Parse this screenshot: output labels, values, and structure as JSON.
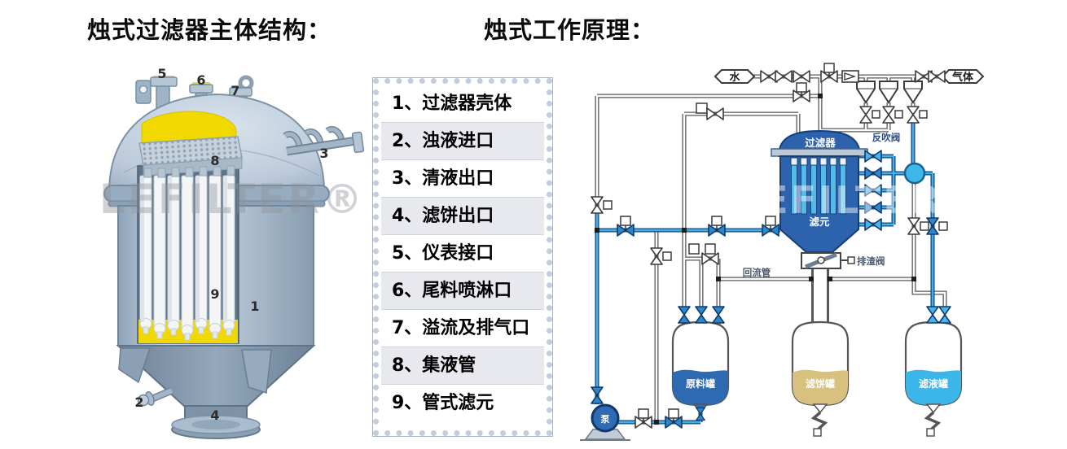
{
  "titles": {
    "left": "烛式过滤器主体结构：",
    "right": "烛式工作原理："
  },
  "legend": {
    "items": [
      "1、过滤器壳体",
      "2、浊液进口",
      "3、清液出口",
      "4、滤饼出口",
      "5、仪表接口",
      "6、尾料喷淋口",
      "7、溢流及排气口",
      "8、集液管",
      "9、管式滤元"
    ]
  },
  "structure_figure": {
    "callouts": [
      "1",
      "2",
      "3",
      "4",
      "5",
      "6",
      "7",
      "8",
      "9"
    ],
    "watermark": "LEFILTER®",
    "colors": {
      "shell": "#a8bacc",
      "slurry_yellow": "#f0d800",
      "candle_white": "#f3f5f7"
    }
  },
  "diagram": {
    "labels": {
      "water": "水",
      "gas": "气体",
      "filter": "过滤器",
      "filter_element": "滤元",
      "backflush_valve": "反吹阀",
      "slag_valve": "排渣阀",
      "return_pipe": "回流管",
      "feed_tank": "原料罐",
      "cake_tank": "滤饼罐",
      "filtrate_tank": "滤液罐",
      "pump": "泵"
    },
    "watermark": "LEFILTER®",
    "colors": {
      "vessel_blue": "#2d63ac",
      "pipe_blue": "#16457e",
      "pipe_core_cyan": "#41b2e8",
      "ball_cyan": "#3db7e8",
      "feed_liquid": "#2d6ab2",
      "cake_liquid": "#d8c07e",
      "filtrate_liquid": "#3cb6e8"
    }
  }
}
